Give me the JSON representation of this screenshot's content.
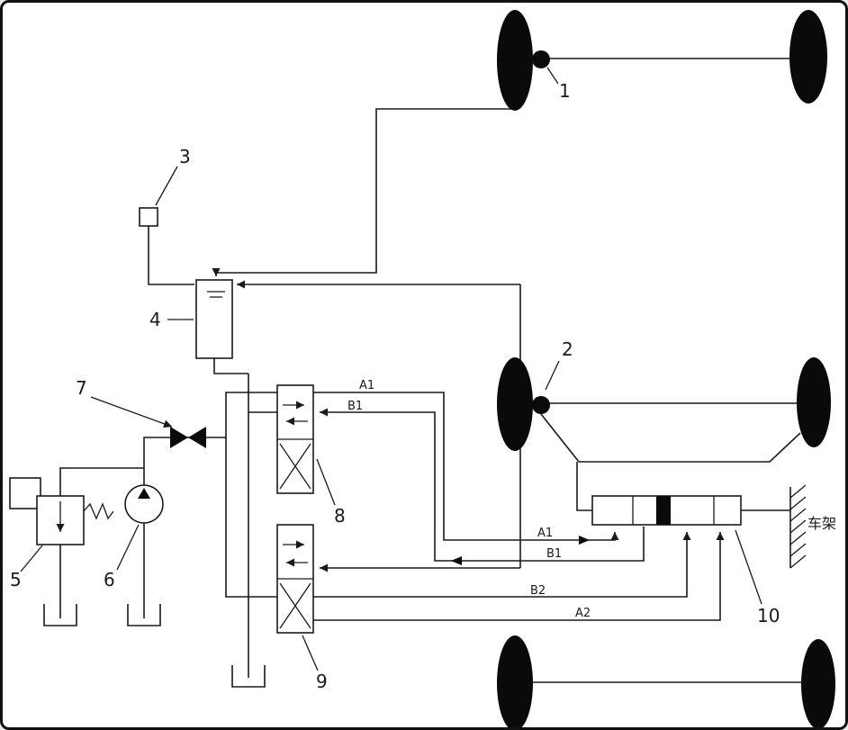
{
  "colors": {
    "line": "#1a1a1a",
    "component_fill": "#0a0a0a",
    "background": "#ffffff",
    "border": "#111111"
  },
  "labels": {
    "wheel_axle_1": "1",
    "wheel_axle_2": "2",
    "component_3": "3",
    "reservoir_4": "4",
    "relief_valve_5": "5",
    "pump_6": "6",
    "throttle_7": "7",
    "valve_8": "8",
    "valve_9": "9",
    "cylinder_10": "10"
  },
  "port_labels": {
    "valve8_a1": "A1",
    "valve8_b1": "B1",
    "cyl_a1": "A1",
    "cyl_b1": "B1",
    "cyl_b2": "B2",
    "cyl_a2": "A2"
  },
  "annotations": {
    "frame": "车架"
  }
}
